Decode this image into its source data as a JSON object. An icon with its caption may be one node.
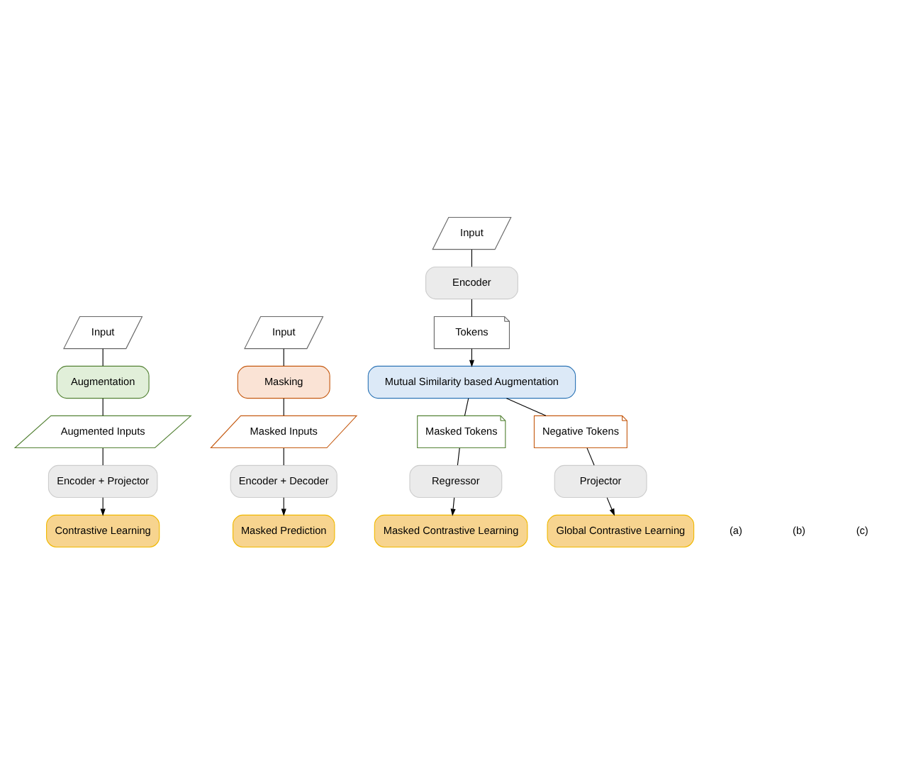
{
  "diagram": {
    "nodes": [
      {
        "text": [
          "Input"
        ]
      },
      {
        "text": [
          "Augmentation"
        ]
      },
      {
        "text": [
          "Augmented Inputs"
        ]
      },
      {
        "text": [
          "Encoder + Projector"
        ]
      },
      {
        "text": [
          "Contrastive Learning"
        ]
      },
      {
        "text": [
          "Input"
        ]
      },
      {
        "text": [
          "Masking"
        ]
      },
      {
        "text": [
          "Masked Inputs"
        ]
      },
      {
        "text": [
          "Encoder + Decoder"
        ]
      },
      {
        "text": [
          "Masked Prediction"
        ]
      },
      {
        "text": [
          "Input"
        ]
      },
      {
        "text": [
          "Encoder"
        ]
      },
      {
        "text": [
          "Tokens"
        ]
      },
      {
        "text": [
          "Mutual Similarity based Augmentation"
        ]
      },
      {
        "text": [
          "Masked Tokens"
        ]
      },
      {
        "text": [
          "Negative Tokens"
        ]
      },
      {
        "text": [
          "Regressor"
        ]
      },
      {
        "text": [
          "Projector"
        ]
      },
      {
        "text": [
          "Masked Contrastive Learning"
        ]
      },
      {
        "text": [
          "Global Contrastive Learning"
        ]
      }
    ],
    "edges": [
      {
        "from": 0,
        "to": 1,
        "arrow": "none"
      },
      {
        "from": 1,
        "to": 2,
        "arrow": "none"
      },
      {
        "from": 2,
        "to": 3,
        "arrow": "none"
      },
      {
        "from": 3,
        "to": 4,
        "arrow": "to"
      },
      {
        "from": 5,
        "to": 6,
        "arrow": "none"
      },
      {
        "from": 6,
        "to": 7,
        "arrow": "none"
      },
      {
        "from": 7,
        "to": 8,
        "arrow": "none"
      },
      {
        "from": 8,
        "to": 9,
        "arrow": "to"
      },
      {
        "from": 10,
        "to": 11,
        "arrow": "none"
      },
      {
        "from": 11,
        "to": 12,
        "arrow": "none"
      },
      {
        "from": 12,
        "to": 13,
        "arrow": "to"
      },
      {
        "from": 13,
        "to": 14,
        "arrow": "none"
      },
      {
        "from": 13,
        "to": 15,
        "arrow": "none"
      },
      {
        "from": 14,
        "to": 16,
        "arrow": "none"
      },
      {
        "from": 15,
        "to": 17,
        "arrow": "none"
      },
      {
        "from": 16,
        "to": 18,
        "arrow": "to"
      },
      {
        "from": 17,
        "to": 19,
        "arrow": "to"
      }
    ],
    "labels": [
      "(a)",
      "(b)",
      "(c)"
    ]
  }
}
